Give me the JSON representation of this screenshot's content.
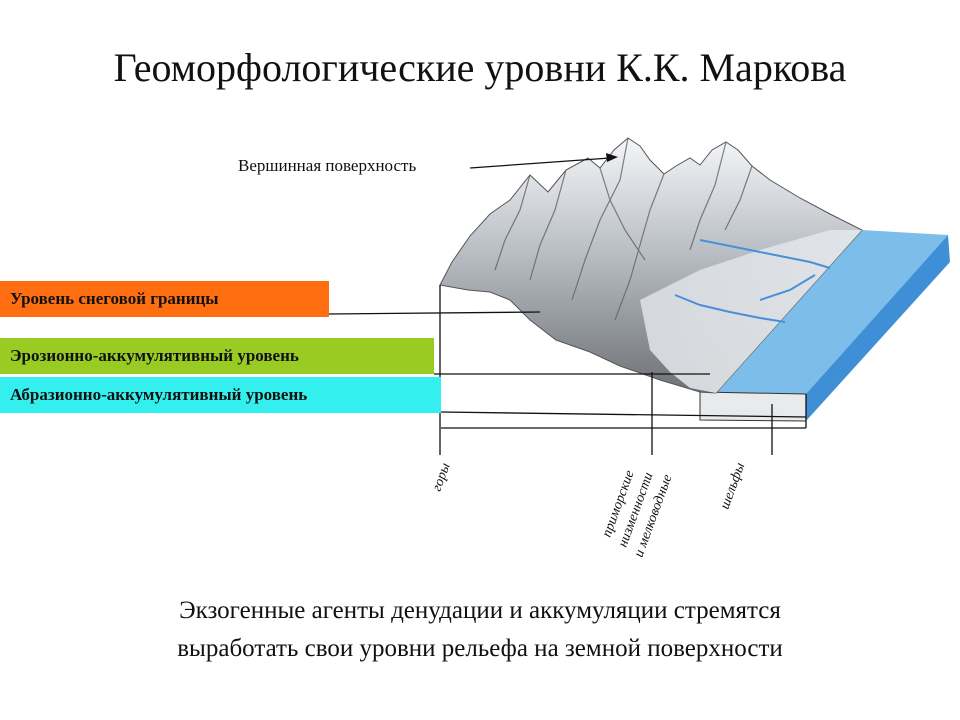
{
  "title": "Геоморфологические уровни К.К. Маркова",
  "summit_label": "Вершинная поверхность",
  "levels": {
    "snow": {
      "label": "Уровень снеговой границы",
      "color": "#ff6f12"
    },
    "erosion": {
      "label": "Эрозионно-аккумулятивный уровень",
      "color": "#99cc22"
    },
    "abrasion": {
      "label": "Абразионно-аккумулятивный уровень",
      "color": "#33f0ee"
    }
  },
  "zones": {
    "mountains": "горы",
    "lowlands_line1": "приморские",
    "lowlands_line2": "низменности",
    "lowlands_line3": "и мелководные",
    "lowlands_line4": "шельфы"
  },
  "footer": {
    "line1": "Экзогенные агенты денудации и аккумуляции стремятся",
    "line2": "выработать свои уровни рельефа на земной поверхности"
  },
  "colors": {
    "sea": "#6fb3e6",
    "sea_side": "#3f8fd6",
    "rock": "#7d7d7d",
    "snow": "#eef2f6"
  }
}
